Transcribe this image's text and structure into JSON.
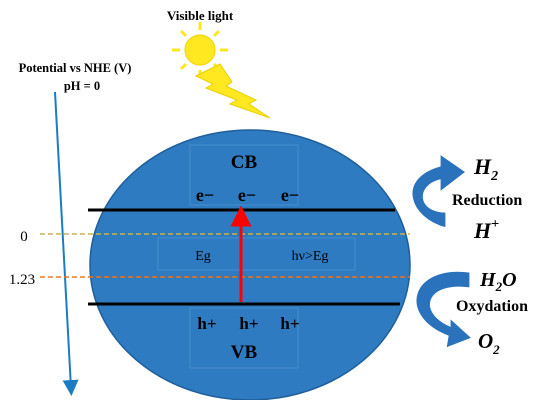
{
  "light": {
    "label": "Visible light"
  },
  "axis": {
    "title_line1": "Potential vs NHE (V)",
    "title_line2": "pH = 0",
    "tick_0": "0",
    "tick_1": "1.23"
  },
  "semiconductor": {
    "cb_label": "CB",
    "vb_label": "VB",
    "electrons": [
      "e−",
      "e−",
      "e−"
    ],
    "holes": [
      "h+",
      "h+",
      "h+"
    ],
    "gap_label": "Eg",
    "photon_label": "hν>Eg"
  },
  "reduction": {
    "product_base": "H",
    "product_sub": "2",
    "label": "Reduction",
    "reactant_base": "H",
    "reactant_sup": "+"
  },
  "oxidation": {
    "reactant_base": "H",
    "reactant_sub": "2",
    "reactant_tail": "O",
    "label": "Oxydation",
    "product_base": "O",
    "product_sub": "2"
  },
  "colors": {
    "body_fill": "#2f7bc1",
    "body_stroke": "#1f5f9a",
    "arrow_reduction": "#2a72bb",
    "arrow_oxidation": "#2a72bb",
    "excitation_arrow": "#ff0000",
    "level_0_line": "#c8b05a",
    "level_123_line": "#e87722",
    "axis_color": "#1a7dc4",
    "sun": "#ffe81f"
  }
}
